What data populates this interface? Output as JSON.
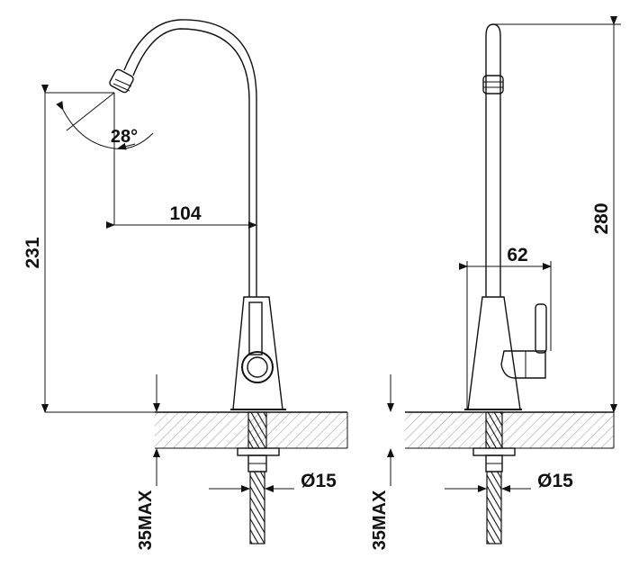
{
  "dimensions": {
    "angle": "28°",
    "reach": "104",
    "height_front": "231",
    "height_side": "280",
    "width_side": "62",
    "thread_front": "Ø15",
    "thread_side": "Ø15",
    "max_thickness_front": "35MAX",
    "max_thickness_side": "35MAX"
  },
  "colors": {
    "line": "#111111",
    "hatch": "#777777",
    "background": "#ffffff"
  }
}
